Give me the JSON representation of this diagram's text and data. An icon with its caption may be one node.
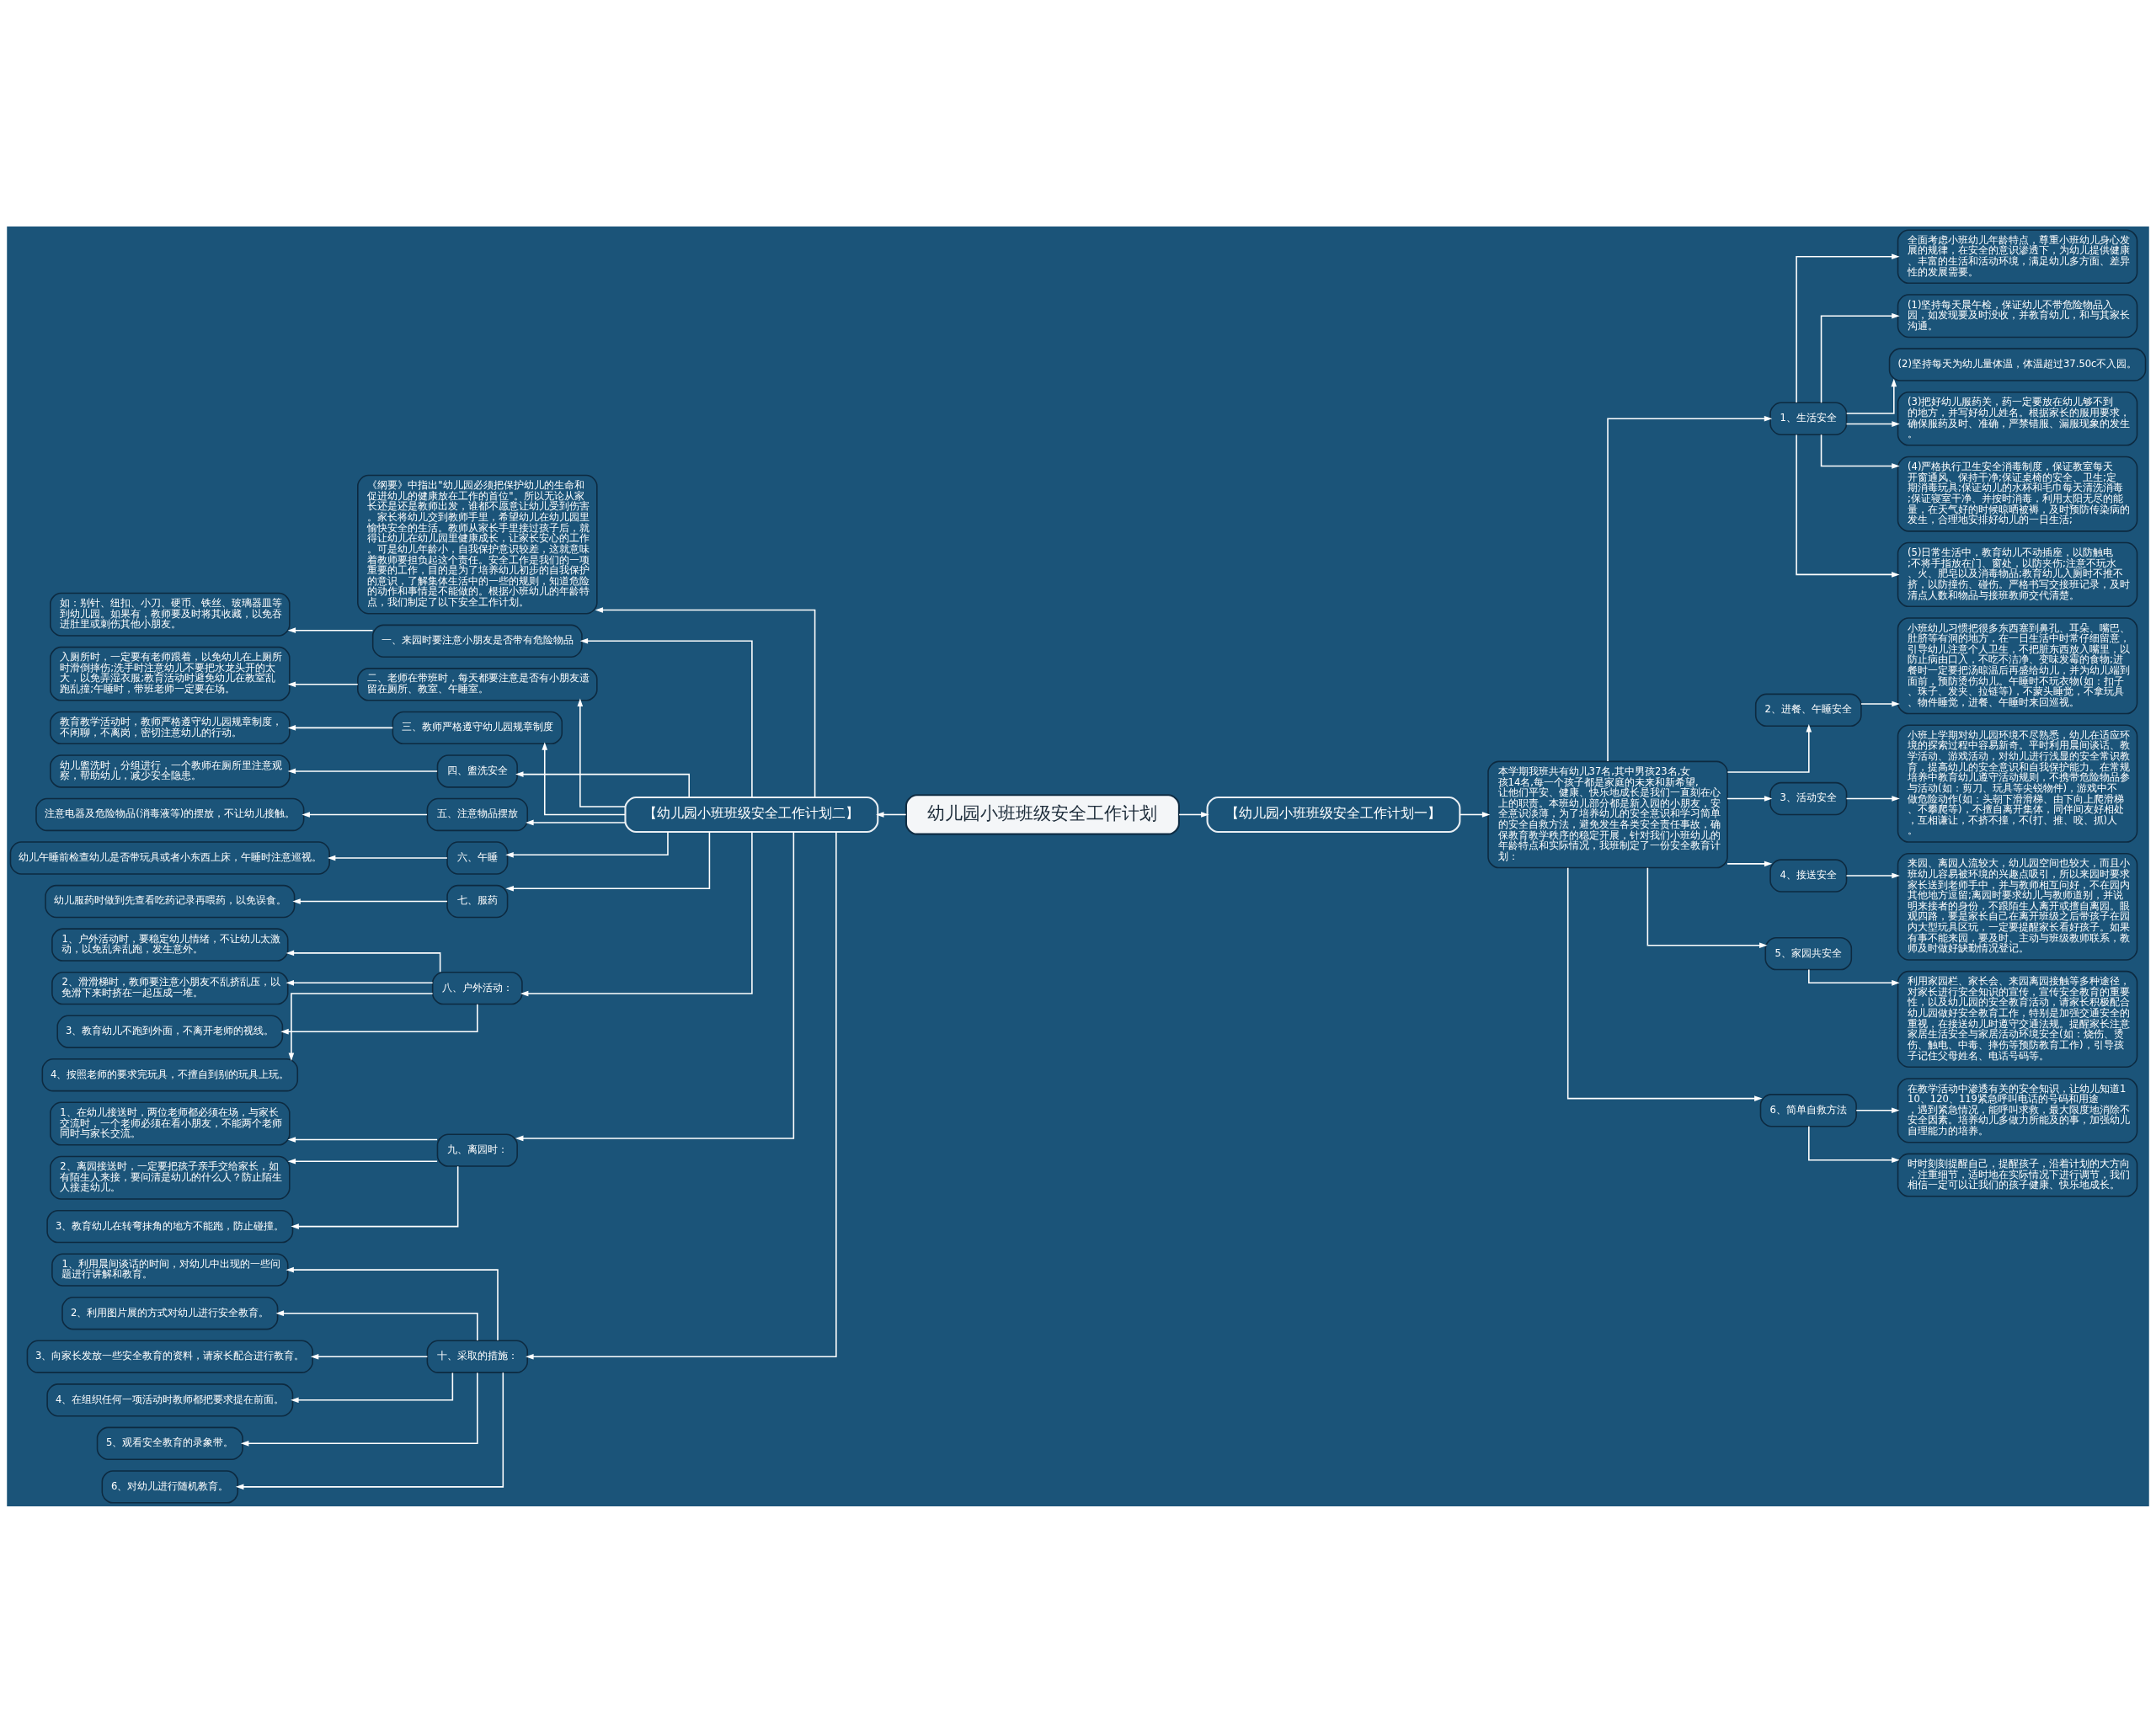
{
  "diagram": {
    "nodes": [
      {
        "text": [
          "幼儿园小班班级安全工作计划"
        ]
      },
      {
        "text": [
          "【幼儿园小班班级安全工作计划二】"
        ]
      },
      {
        "text": [
          "《纲要》中指出\"幼儿园必须把保护幼儿的生命和促进幼儿的健康放在工作的首位\"。所以无论从家长还是还是教师出发，谁都不愿意让幼儿受到伤害。家长将幼儿交到教师手里，希望幼儿在幼儿园里愉快安全的生活。教师从家长手里接过孩子后，就得让幼儿在幼儿园里健康成长，让家长安心的工作。可是幼儿年龄小，自我保护意识较差，这就意味着教师要担负起这个责任。安全工作是我们的一项重要的工作，目的是为了培养幼儿初步的自我保护的意识，了解集体生活中的一些的规则，知道危险的动作和事情是不能做的。根据小班幼儿的年龄特点，我们制定了以下安全工作计划。"
        ]
      },
      {
        "text": [
          "一、来园时要注意小朋友是否带有危险物品"
        ]
      },
      {
        "text": [
          "如：别针、纽扣、小刀、硬币、铁丝、玻璃器皿等到幼儿园。如果有，教师要及时将其收藏，以免吞进肚里或刺伤其他小朋友。"
        ]
      },
      {
        "text": [
          "二、老师在带班时，每天都要注意是否有小朋友遗留在厕所、教室、午睡室。"
        ]
      },
      {
        "text": [
          "入厕所时，一定要有老师跟着，以免幼儿在上厕所时滑倒摔伤;洗手时注意幼儿不要把水龙头开的太大，以免弄湿衣服;教育活动时避免幼儿在教室乱跑乱撞;午睡时，带班老师一定要在场。"
        ]
      },
      {
        "text": [
          "三、教师严格遵守幼儿园规章制度"
        ]
      },
      {
        "text": [
          "教育教学活动时，教师严格遵守幼儿园规章制度，不闲聊，不离岗，密切注意幼儿的行动。"
        ]
      },
      {
        "text": [
          "四、盥洗安全"
        ]
      },
      {
        "text": [
          "幼儿盥洗时，分组进行，一个教师在厕所里注意观察，帮助幼儿，减少安全隐患。"
        ]
      },
      {
        "text": [
          "五、注意物品摆放"
        ]
      },
      {
        "text": [
          "注意电器及危险物品(消毒液等)的摆放，不让幼儿接触。"
        ]
      },
      {
        "text": [
          "六、午睡"
        ]
      },
      {
        "text": [
          "幼儿午睡前检查幼儿是否带玩具或者小东西上床，午睡时注意巡视。"
        ]
      },
      {
        "text": [
          "七、服药"
        ]
      },
      {
        "text": [
          "幼儿服药时做到先查看吃药记录再喂药，以免误食。"
        ]
      },
      {
        "text": [
          "八、户外活动："
        ]
      },
      {
        "text": [
          "1、户外活动时，要稳定幼儿情绪，不让幼儿太激动，以免乱奔乱跑，发生意外。"
        ]
      },
      {
        "text": [
          "2、滑滑梯时，教师要注意小朋友不乱挤乱压，以免滑下来时挤在一起压成一堆。"
        ]
      },
      {
        "text": [
          "3、教育幼儿不跑到外面，不离开老师的视线。"
        ]
      },
      {
        "text": [
          "4、按照老师的要求完玩具，不擅自到别的玩具上玩。"
        ]
      },
      {
        "text": [
          "九、离园时："
        ]
      },
      {
        "text": [
          "1、在幼儿接送时，两位老师都必须在场，与家长交流时，一个老师必须在看小朋友，不能两个老师同时与家长交流。"
        ]
      },
      {
        "text": [
          "2、离园接送时，一定要把孩子亲手交给家长，如有陌生人来接，要问清是幼儿的什么人？防止陌生人接走幼儿。"
        ]
      },
      {
        "text": [
          "3、教育幼儿在转弯抹角的地方不能跑，防止碰撞。"
        ]
      },
      {
        "text": [
          "十、采取的措施："
        ]
      },
      {
        "text": [
          "1、利用晨间谈话的时间，对幼儿中出现的一些问题进行讲解和教育。"
        ]
      },
      {
        "text": [
          "2、利用图片展的方式对幼儿进行安全教育。"
        ]
      },
      {
        "text": [
          "3、向家长发放一些安全教育的资料，请家长配合进行教育。"
        ]
      },
      {
        "text": [
          "4、在组织任何一项活动时教师都把要求提在前面。"
        ]
      },
      {
        "text": [
          "5、观看安全教育的录象带。"
        ]
      },
      {
        "text": [
          "6、对幼儿进行随机教育。"
        ]
      },
      {
        "text": [
          "【幼儿园小班班级安全工作计划一】"
        ]
      },
      {
        "text": [
          "本学期我班共有幼儿37名,其中男孩23名,女孩14名,每一个孩子都是家庭的未来和新希望,让他们平安、健康、快乐地成长是我们一直刻在心上的职责。本班幼儿部分都是新入园的小朋友，安全意识淡薄，为了培养幼儿的安全意识和学习简单的安全自救方法，避免发生各类安全责任事故，确保教育教学秩序的稳定开展，针对我们小班幼儿的年龄特点和实际情况，我班制定了一份安全教育计划："
        ]
      },
      {
        "text": [
          "1、生活安全"
        ]
      },
      {
        "text": [
          "全面考虑小班幼儿年龄特点，尊重小班幼儿身心发展的规律，在安全的意识渗透下，为幼儿提供健康、丰富的生活和活动环境，满足幼儿多方面、差异性的发展需要。"
        ]
      },
      {
        "text": [
          "(1)坚持每天晨午检，保证幼儿不带危险物品入园，如发现要及时没收，并教育幼儿，和与其家长沟通。"
        ]
      },
      {
        "text": [
          "(2)坚持每天为幼儿量体温，体温超过37.50c不入园。"
        ]
      },
      {
        "text": [
          "(3)把好幼儿服药关，药一定要放在幼儿够不到的地方，并写好幼儿姓名。根据家长的服用要求，确保服药及时、准确，严禁错服、漏服现象的发生。"
        ]
      },
      {
        "text": [
          "(4)严格执行卫生安全消毒制度，保证教室每天开窗通风、保持干净;保证桌椅的安全、卫生;定期消毒玩具;保证幼儿的水杯和毛巾每天清洗消毒;保证寝室干净、并按时消毒，利用太阳无尽的能量，在天气好的时候晾晒被褥，及时预防传染病的发生，合理地安排好幼儿的一日生活;"
        ]
      },
      {
        "text": [
          "(5)日常生活中，教育幼儿不动插座，以防触电;不将手指放在门、窗处，以防夹伤;注意不玩水、火、肥皂以及消毒物品;教育幼儿入厕时不推不挤，以防撞伤、碰伤。严格书写交接班记录，及时清点人数和物品与接班教师交代清楚。"
        ]
      },
      {
        "text": [
          "2、进餐、午睡安全"
        ]
      },
      {
        "text": [
          "小班幼儿习惯把很多东西塞到鼻孔、耳朵、嘴巴、肚脐等有洞的地方，在一日生活中时常仔细留意，引导幼儿注意个人卫生，不把脏东西放入嘴里，以防止病由口入，不吃不洁净、变味发霉的食物;进餐时一定要把汤晾温后再盛给幼儿，并为幼儿端到面前，预防烫伤幼儿。午睡时不玩衣物(如：扣子、珠子、发夹、拉链等)，不蒙头睡觉，不拿玩具、物件睡觉，进餐、午睡时来回巡视。"
        ]
      },
      {
        "text": [
          "3、活动安全"
        ]
      },
      {
        "text": [
          "小班上学期对幼儿园环境不尽熟悉，幼儿在适应环境的探索过程中容易新奇。平时利用晨间谈话、教学活动、游戏活动，对幼儿进行浅显的安全常识教育，提高幼儿的安全意识和自我保护能力。在常规培养中教育幼儿遵守活动规则，不携带危险物品参与活动(如：剪刀、玩具等尖锐物件)，游戏中不做危险动作(如：头朝下滑滑梯、由下向上爬滑梯、不攀爬等)，不擅自离开集体，同伴间友好相处，互相谦让，不挤不撞，不(打、推、咬、抓)人。"
        ]
      },
      {
        "text": [
          "4、接送安全"
        ]
      },
      {
        "text": [
          "来园、离园人流较大，幼儿园空间也较大，而且小班幼儿容易被环境的兴趣点吸引，所以来园时要求家长送到老师手中，并与教师相互问好，不在园内其他地方逗留;离园时要求幼儿与教师道别，并说明来接者的身份，不跟陌生人离开或擅自离园。眼观四路，要是家长自己在离开班级之后带孩子在园内大型玩具区玩，一定要提醒家长看好孩子。如果有事不能来园，要及时、主动与班级教师联系，教师及时做好缺勤情况登记。"
        ]
      },
      {
        "text": [
          "5、家园共安全"
        ]
      },
      {
        "text": [
          "利用家园栏、家长会、来园离园接触等多种途径，对家长进行安全知识的宣传，宣传安全教育的重要性，以及幼儿园的安全教育活动，请家长积极配合幼儿园做好安全教育工作，特别是加强交通安全的重视，在接送幼儿时遵守交通法规。提醒家长注意家居生活安全与家居活动环境安全(如：烧伤、烫伤、触电、中毒、摔伤等预防教育工作)，引导孩子记住父母姓名、电话号码等。"
        ]
      },
      {
        "text": [
          "6、简单自救方法"
        ]
      },
      {
        "text": [
          "在教学活动中渗透有关的安全知识，让幼儿知道110、120、119紧急呼叫电话的号码和用途，遇到紧急情况，能呼叫求救，最大限度地消除不安全因素。培养幼儿多做力所能及的事，加强幼儿自理能力的培养。"
        ]
      },
      {
        "text": [
          "时时刻刻提醒自己，提醒孩子，沿着计划的大方向，注重细节，适时地在实际情况下进行调节，我们相信一定可以让我们的孩子健康、快乐地成长。"
        ]
      }
    ],
    "edges": [
      {
        "from": 0,
        "to": 1,
        "arrow": "to"
      },
      {
        "from": 0,
        "to": 33,
        "arrow": "to"
      },
      {
        "from": 1,
        "to": 2,
        "arrow": "to"
      },
      {
        "from": 1,
        "to": 3,
        "arrow": "to"
      },
      {
        "from": 3,
        "to": 4,
        "arrow": "to"
      },
      {
        "from": 1,
        "to": 5,
        "arrow": "to"
      },
      {
        "from": 5,
        "to": 6,
        "arrow": "to"
      },
      {
        "from": 1,
        "to": 7,
        "arrow": "to"
      },
      {
        "from": 7,
        "to": 8,
        "arrow": "to"
      },
      {
        "from": 1,
        "to": 9,
        "arrow": "to"
      },
      {
        "from": 9,
        "to": 10,
        "arrow": "to"
      },
      {
        "from": 1,
        "to": 11,
        "arrow": "to"
      },
      {
        "from": 11,
        "to": 12,
        "arrow": "to"
      },
      {
        "from": 1,
        "to": 13,
        "arrow": "to"
      },
      {
        "from": 13,
        "to": 14,
        "arrow": "to"
      },
      {
        "from": 1,
        "to": 15,
        "arrow": "to"
      },
      {
        "from": 15,
        "to": 16,
        "arrow": "to"
      },
      {
        "from": 1,
        "to": 17,
        "arrow": "to"
      },
      {
        "from": 17,
        "to": 18,
        "arrow": "to"
      },
      {
        "from": 17,
        "to": 19,
        "arrow": "to"
      },
      {
        "from": 17,
        "to": 20,
        "arrow": "to"
      },
      {
        "from": 17,
        "to": 21,
        "arrow": "to"
      },
      {
        "from": 1,
        "to": 22,
        "arrow": "to"
      },
      {
        "from": 22,
        "to": 23,
        "arrow": "to"
      },
      {
        "from": 22,
        "to": 24,
        "arrow": "to"
      },
      {
        "from": 22,
        "to": 25,
        "arrow": "to"
      },
      {
        "from": 1,
        "to": 26,
        "arrow": "to"
      },
      {
        "from": 26,
        "to": 27,
        "arrow": "to"
      },
      {
        "from": 26,
        "to": 28,
        "arrow": "to"
      },
      {
        "from": 26,
        "to": 29,
        "arrow": "to"
      },
      {
        "from": 26,
        "to": 30,
        "arrow": "to"
      },
      {
        "from": 26,
        "to": 31,
        "arrow": "to"
      },
      {
        "from": 26,
        "to": 32,
        "arrow": "to"
      },
      {
        "from": 33,
        "to": 34,
        "arrow": "to"
      },
      {
        "from": 34,
        "to": 35,
        "arrow": "to"
      },
      {
        "from": 35,
        "to": 36,
        "arrow": "to"
      },
      {
        "from": 35,
        "to": 37,
        "arrow": "to"
      },
      {
        "from": 35,
        "to": 38,
        "arrow": "to"
      },
      {
        "from": 35,
        "to": 39,
        "arrow": "to"
      },
      {
        "from": 35,
        "to": 40,
        "arrow": "to"
      },
      {
        "from": 35,
        "to": 41,
        "arrow": "to"
      },
      {
        "from": 34,
        "to": 42,
        "arrow": "to"
      },
      {
        "from": 42,
        "to": 43,
        "arrow": "to"
      },
      {
        "from": 34,
        "to": 44,
        "arrow": "to"
      },
      {
        "from": 44,
        "to": 45,
        "arrow": "to"
      },
      {
        "from": 34,
        "to": 46,
        "arrow": "to"
      },
      {
        "from": 46,
        "to": 47,
        "arrow": "to"
      },
      {
        "from": 34,
        "to": 48,
        "arrow": "to"
      },
      {
        "from": 48,
        "to": 49,
        "arrow": "to"
      },
      {
        "from": 34,
        "to": 50,
        "arrow": "to"
      },
      {
        "from": 50,
        "to": 51,
        "arrow": "to"
      },
      {
        "from": 50,
        "to": 52,
        "arrow": "to"
      }
    ]
  }
}
